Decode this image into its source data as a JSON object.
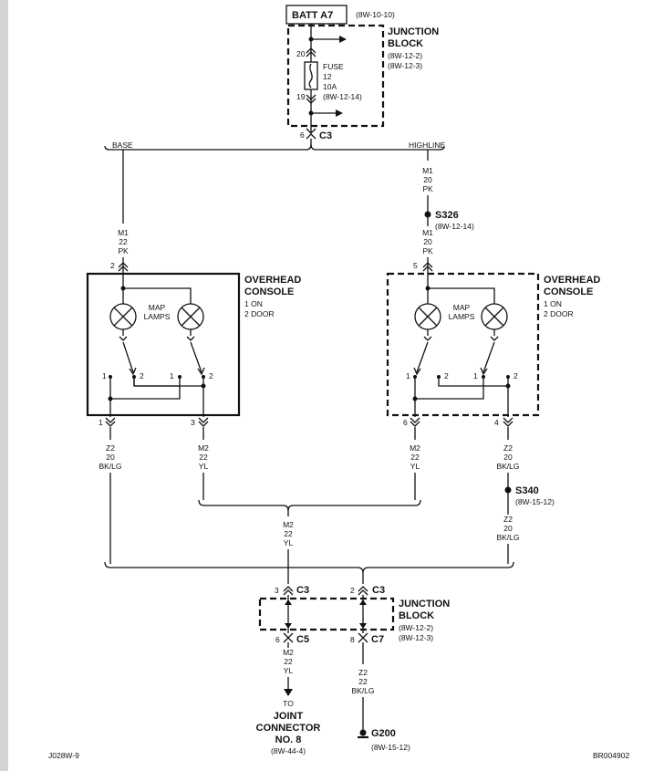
{
  "top": {
    "batt_label": "BATT A7",
    "batt_ref": "(8W-10-10)",
    "jb_title1": "JUNCTION",
    "jb_title2": "BLOCK",
    "jb_ref1": "(8W-12-2)",
    "jb_ref2": "(8W-12-3)",
    "pin_in": "20",
    "pin_out": "19",
    "fuse": [
      "FUSE",
      "12",
      "10A",
      "(8W-12-14)"
    ],
    "c3_pin": "6",
    "c3_label": "C3"
  },
  "branch": {
    "base": "BASE",
    "highline": "HIGHLINE"
  },
  "base_wire": [
    "M1",
    "22",
    "PK"
  ],
  "high_wire1": [
    "M1",
    "20",
    "PK"
  ],
  "s326": {
    "label": "S326",
    "ref": "(8W-12-14)"
  },
  "high_wire2": [
    "M1",
    "20",
    "PK"
  ],
  "console_left": {
    "title1": "OVERHEAD",
    "title2": "CONSOLE",
    "sub1": "1 ON",
    "sub2": "2 DOOR",
    "lamps1": "MAP",
    "lamps2": "LAMPS",
    "pin_top": "2",
    "pin_bl": "1",
    "pin_br": "3",
    "sw": [
      "1",
      "2",
      "1",
      "2"
    ]
  },
  "console_right": {
    "title1": "OVERHEAD",
    "title2": "CONSOLE",
    "sub1": "1 ON",
    "sub2": "2 DOOR",
    "lamps1": "MAP",
    "lamps2": "LAMPS",
    "pin_top": "5",
    "pin_bl": "6",
    "pin_br": "4",
    "sw": [
      "1",
      "2",
      "1",
      "2"
    ]
  },
  "wire_z2_left": [
    "Z2",
    "20",
    "BK/LG"
  ],
  "wire_m2_left": [
    "M2",
    "22",
    "YL"
  ],
  "wire_m2_right": [
    "M2",
    "22",
    "YL"
  ],
  "wire_z2_right": [
    "Z2",
    "20",
    "BK/LG"
  ],
  "s340": {
    "label": "S340",
    "ref": "(8W-15-12)"
  },
  "wire_z2_right2": [
    "Z2",
    "20",
    "BK/LG"
  ],
  "wire_m2_mid": [
    "M2",
    "22",
    "YL"
  ],
  "bottom_jb": {
    "pin_c3a": "3",
    "c3a": "C3",
    "pin_c3b": "2",
    "c3b": "C3",
    "title1": "JUNCTION",
    "title2": "BLOCK",
    "ref1": "(8W-12-2)",
    "ref2": "(8W-12-3)",
    "pin_c5": "6",
    "c5": "C5",
    "pin_c7": "8",
    "c7": "C7"
  },
  "wire_out_m2": [
    "M2",
    "22",
    "YL"
  ],
  "wire_out_z2": [
    "Z2",
    "22",
    "BK/LG"
  ],
  "joint": {
    "to": "TO",
    "l1": "JOINT",
    "l2": "CONNECTOR",
    "l3": "NO. 8",
    "ref": "(8W-44-4)"
  },
  "g200": {
    "label": "G200",
    "ref": "(8W-15-12)"
  },
  "footer": {
    "left": "J028W-9",
    "right": "BR004902"
  }
}
